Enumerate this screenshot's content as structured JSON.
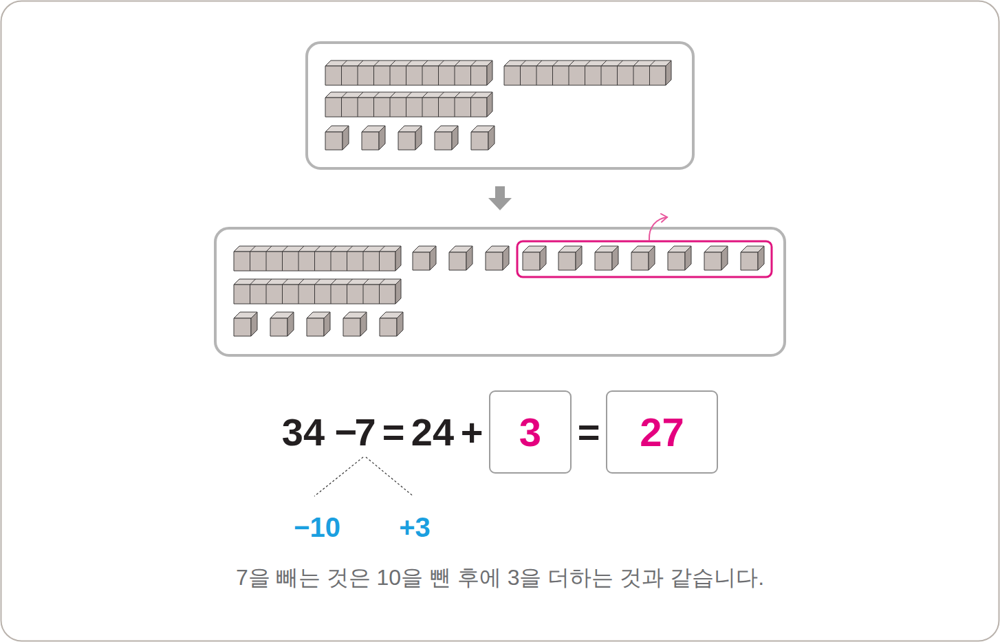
{
  "diagram": {
    "caption": "7을 빼는 것은 10을 뺀 후에 3을 더하는 것과 같습니다.",
    "nodes": [
      {
        "text": [
          "3"
        ]
      },
      {
        "text": [
          "27"
        ]
      }
    ],
    "labels": [
      "34",
      "−",
      "7",
      "=",
      "24",
      "+",
      "=",
      "−10",
      "+3"
    ]
  }
}
